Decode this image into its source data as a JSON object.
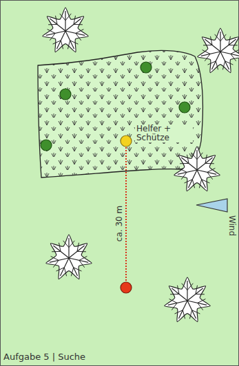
{
  "diagram": {
    "caption": "Aufgabe 5 | Suche",
    "labels": [
      "Helfer + Schütze",
      "ca. 30 m",
      "Wind"
    ]
  }
}
